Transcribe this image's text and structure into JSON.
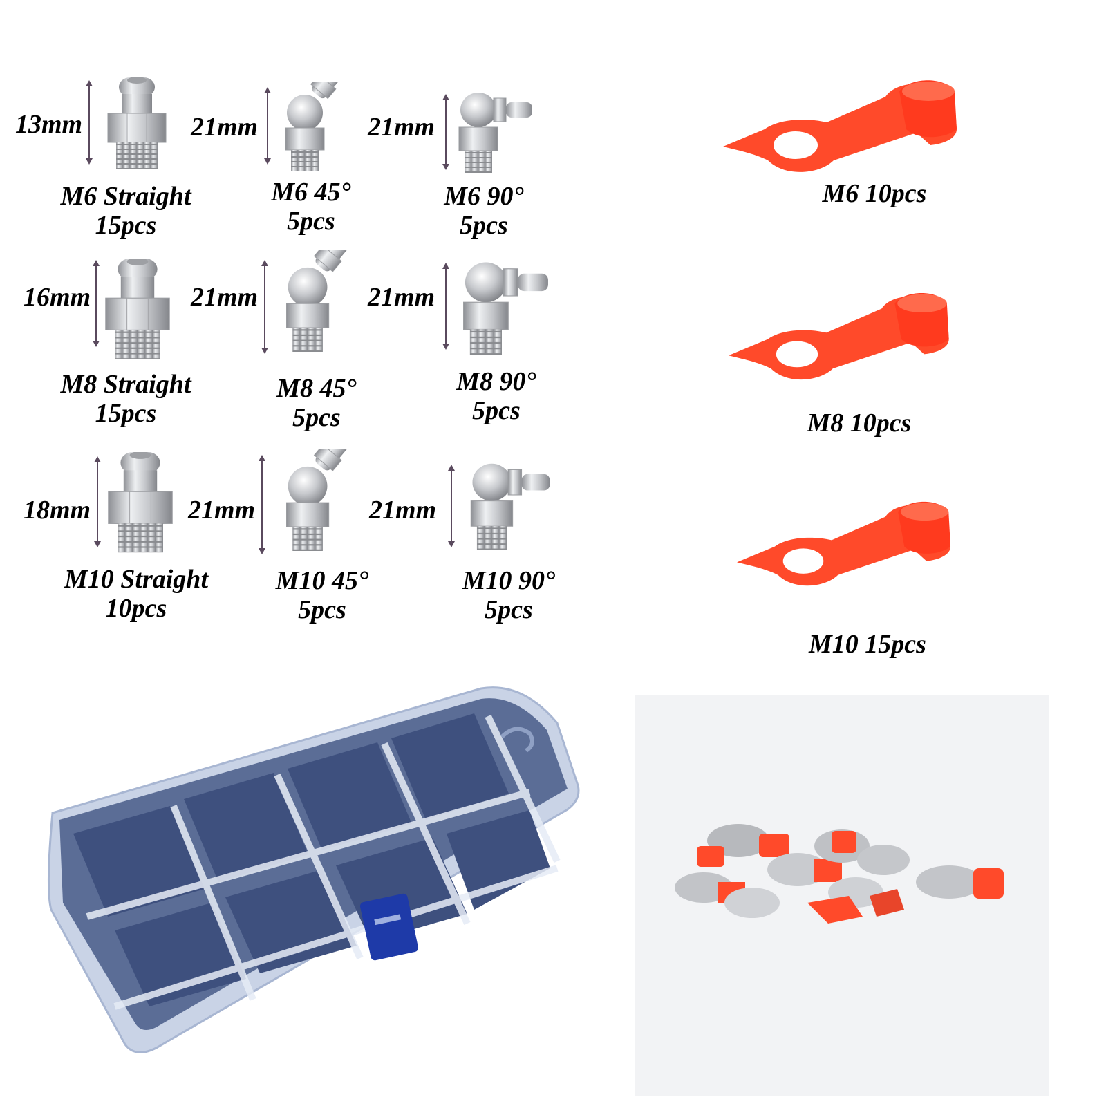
{
  "fittings": [
    {
      "dimension": "13mm",
      "name": "M6 Straight",
      "qty": "15pcs"
    },
    {
      "dimension": "21mm",
      "name": "M6 45°",
      "qty": "5pcs"
    },
    {
      "dimension": "21mm",
      "name": "M6 90°",
      "qty": "5pcs"
    },
    {
      "dimension": "16mm",
      "name": "M8 Straight",
      "qty": "15pcs"
    },
    {
      "dimension": "21mm",
      "name": "M8 45°",
      "qty": "5pcs"
    },
    {
      "dimension": "21mm",
      "name": "M8 90°",
      "qty": "5pcs"
    },
    {
      "dimension": "18mm",
      "name": "M10 Straight",
      "qty": "10pcs"
    },
    {
      "dimension": "21mm",
      "name": "M10 45°",
      "qty": "5pcs"
    },
    {
      "dimension": "21mm",
      "name": "M10 90°",
      "qty": "5pcs"
    }
  ],
  "caps": [
    {
      "label": "M6 10pcs"
    },
    {
      "label": "M8 10pcs"
    },
    {
      "label": "M10 15pcs"
    }
  ],
  "colors": {
    "cap_red": "#ff4a2a",
    "metal": "#c9cbcf",
    "box_blue": "#1e3aa8"
  },
  "icons": [
    "straight-fitting-icon",
    "45-degree-fitting-icon",
    "90-degree-fitting-icon",
    "dust-cap-icon",
    "storage-box-icon"
  ]
}
